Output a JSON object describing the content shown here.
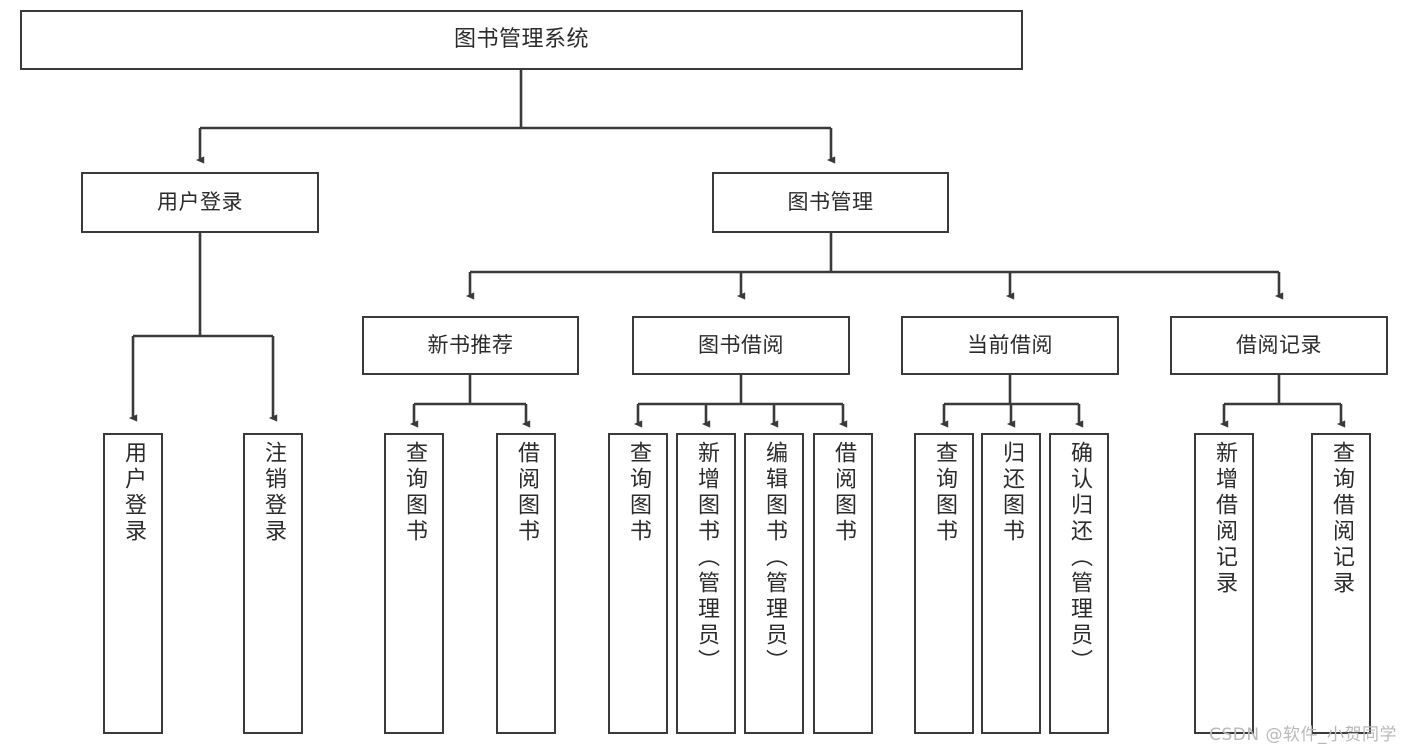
{
  "diagram": {
    "type": "tree",
    "title": "图书管理系统",
    "style": {
      "box_border_color": "#3a3a3a",
      "box_fill_color": "#ffffff",
      "edge_color": "#3a3a3a",
      "text_color": "#2b2b2b",
      "background": "#ffffff"
    },
    "nodes": {
      "root": {
        "label": "图书管理系统"
      },
      "level1": [
        {
          "id": "user-login",
          "label": "用户登录"
        },
        {
          "id": "book-manage",
          "label": "图书管理"
        }
      ],
      "level2": [
        {
          "id": "new-book-recommend",
          "label": "新书推荐"
        },
        {
          "id": "book-borrow",
          "label": "图书借阅"
        },
        {
          "id": "current-borrow",
          "label": "当前借阅"
        },
        {
          "id": "borrow-record",
          "label": "借阅记录"
        }
      ],
      "leaves": {
        "user-login": [
          {
            "id": "leaf-user-login",
            "label": "用户登录"
          },
          {
            "id": "leaf-user-logout",
            "label": "注销登录"
          }
        ],
        "new-book-recommend": [
          {
            "id": "leaf-query-book-1",
            "label": "查询图书"
          },
          {
            "id": "leaf-borrow-book-1",
            "label": "借阅图书"
          }
        ],
        "book-borrow": [
          {
            "id": "leaf-query-book-2",
            "label": "查询图书"
          },
          {
            "id": "leaf-add-book",
            "label": "新增图书（管理员）"
          },
          {
            "id": "leaf-edit-book",
            "label": "编辑图书（管理员）"
          },
          {
            "id": "leaf-borrow-book-2",
            "label": "借阅图书"
          }
        ],
        "current-borrow": [
          {
            "id": "leaf-query-book-3",
            "label": "查询图书"
          },
          {
            "id": "leaf-return-book",
            "label": "归还图书"
          },
          {
            "id": "leaf-confirm-return",
            "label": "确认归还（管理员）"
          }
        ],
        "borrow-record": [
          {
            "id": "leaf-add-record",
            "label": "新增借阅记录"
          },
          {
            "id": "leaf-query-record",
            "label": "查询借阅记录"
          }
        ]
      }
    }
  },
  "watermark": {
    "text": "CSDN @软件_小贺同学"
  }
}
